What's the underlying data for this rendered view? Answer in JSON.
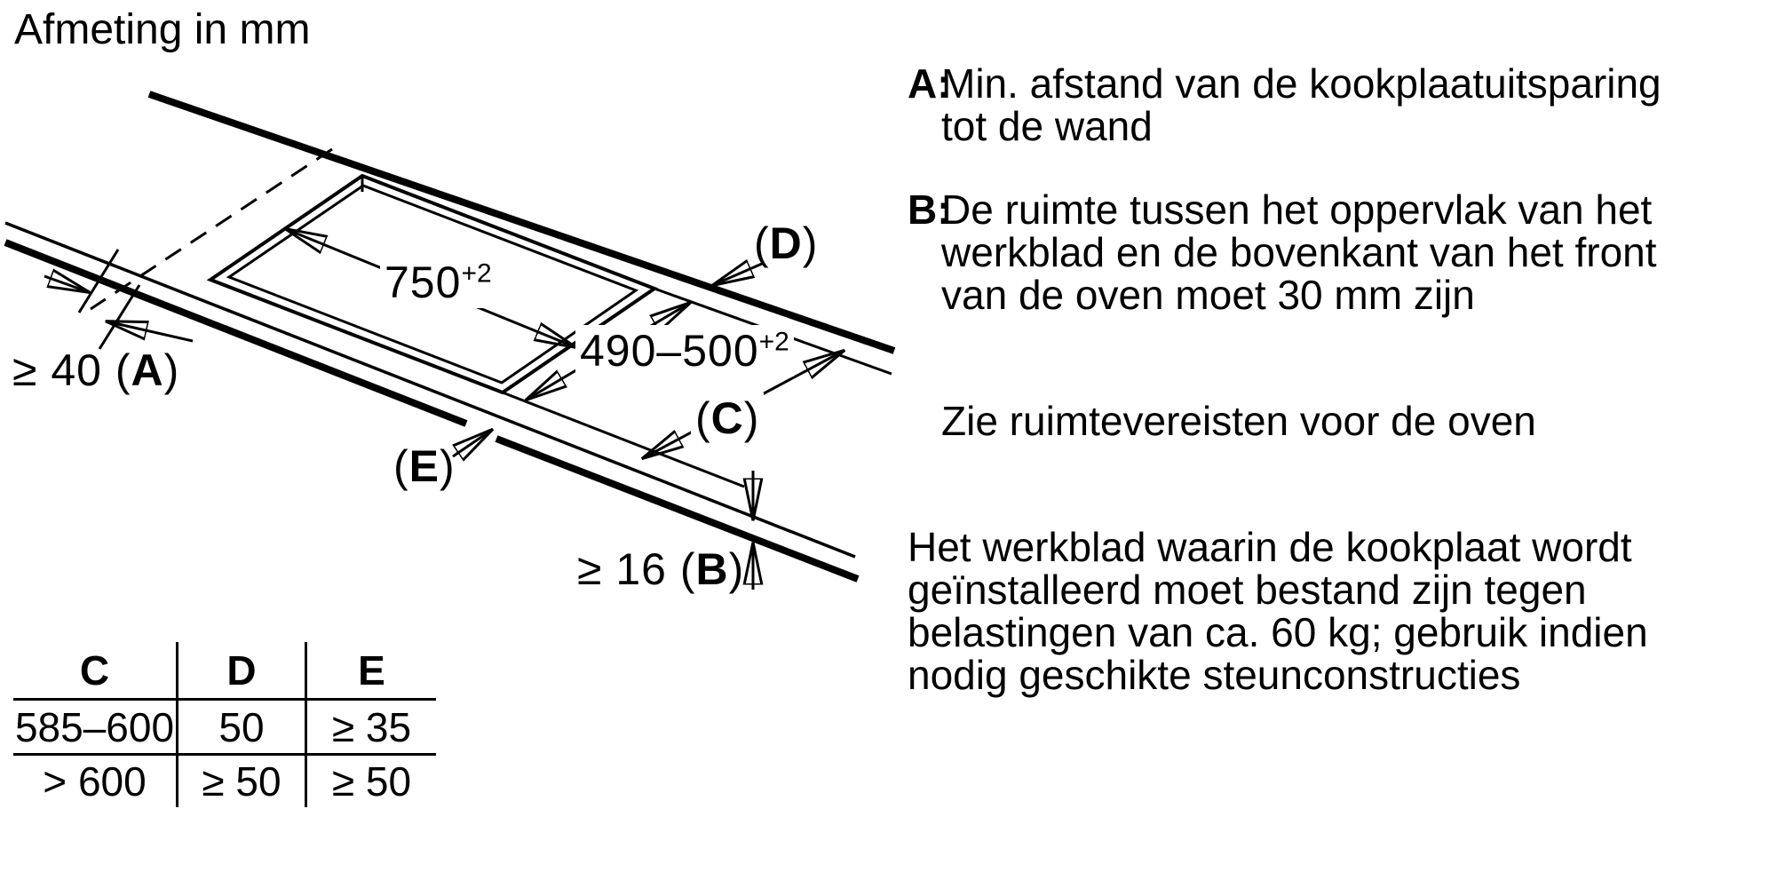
{
  "title": "Afmeting in mm",
  "diagram": {
    "labels": {
      "dim_width": {
        "value": "750",
        "sup": "+2"
      },
      "dim_depth": {
        "value": "490–500",
        "sup": "+2"
      },
      "dim_wall": {
        "pre": "≥ 40 (",
        "letter": "A",
        "post": ")"
      },
      "dim_thickness": {
        "pre": "≥ 16 (",
        "letter": "B",
        "post": ")"
      },
      "label_c": {
        "pre": "(",
        "letter": "C",
        "post": ")"
      },
      "label_d": {
        "pre": "(",
        "letter": "D",
        "post": ")"
      },
      "label_e": {
        "pre": "(",
        "letter": "E",
        "post": ")"
      }
    }
  },
  "table": {
    "headers": [
      "C",
      "D",
      "E"
    ],
    "rows": [
      [
        "585–600",
        "50",
        "≥ 35"
      ],
      [
        "> 600",
        "≥ 50",
        "≥ 50"
      ]
    ]
  },
  "notes": {
    "item_a": {
      "label": "A:",
      "text": "Min. afstand van de kookplaatuitsparing\ntot de wand"
    },
    "item_b": {
      "label": "B:",
      "text": "De ruimte tussen het oppervlak van het\nwerkblad en de bovenkant van het front\nvan de oven moet 30 mm zijn"
    },
    "see_oven": "Zie ruimtevereisten voor de oven",
    "worktop_note": "Het werkblad waarin de kookplaat wordt\ngeïnstalleerd moet bestand zijn tegen\nbelastingen van ca. 60 kg; gebruik indien\nnodig geschikte steunconstructies"
  }
}
